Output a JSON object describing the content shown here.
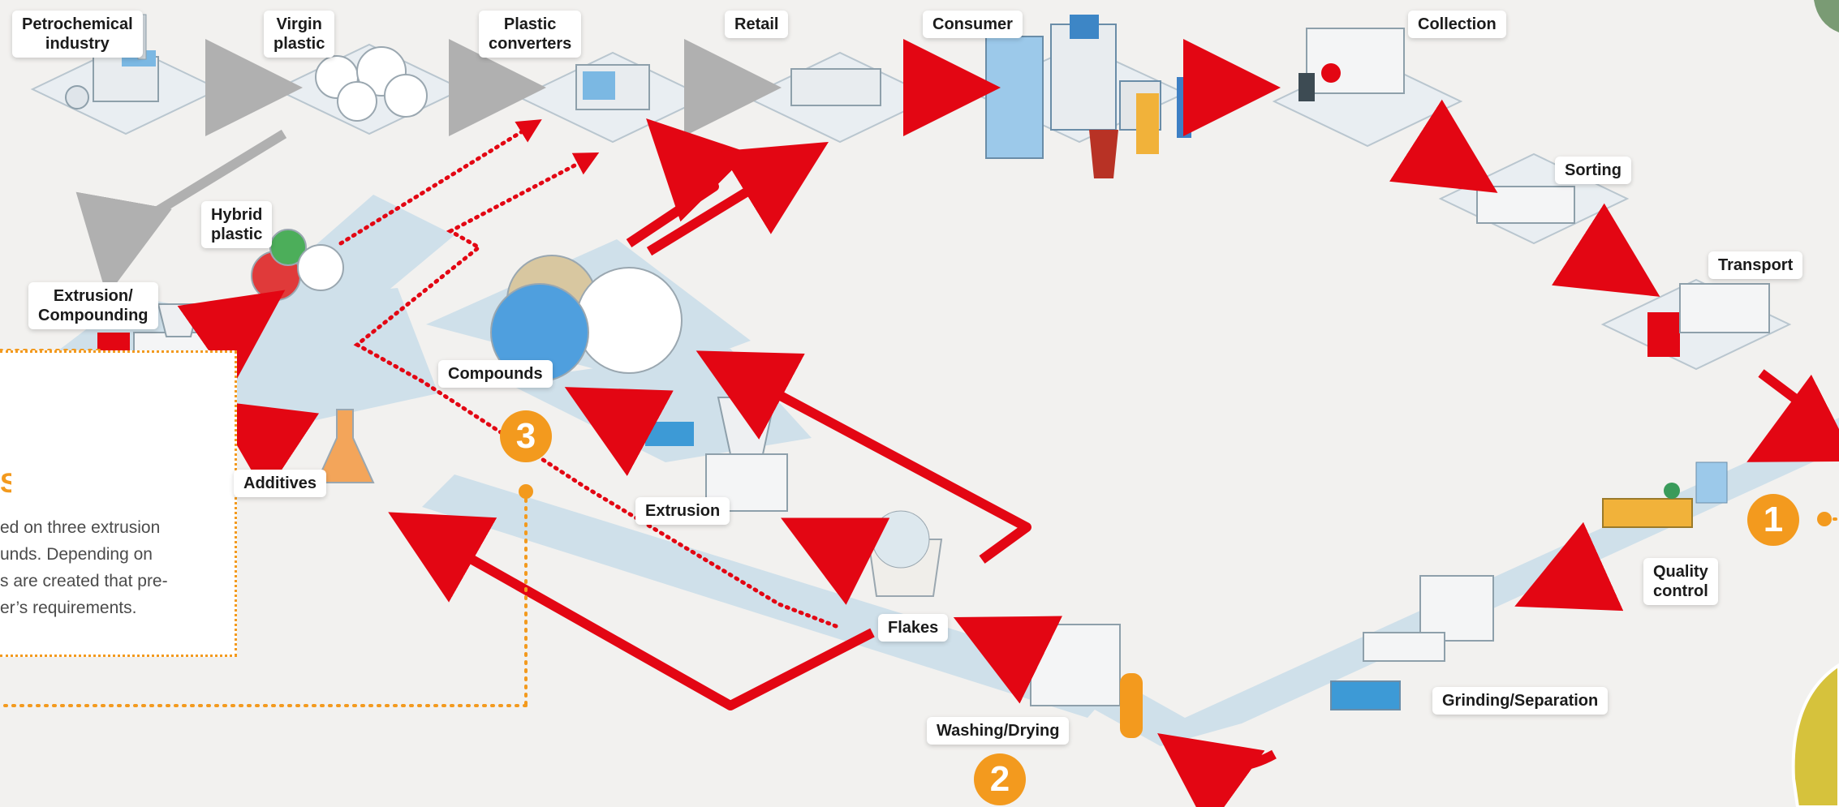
{
  "labels": {
    "petrochemical": "Petrochemical\nindustry",
    "virgin": "Virgin\nplastic",
    "converters": "Plastic\nconverters",
    "retail": "Retail",
    "consumer": "Consumer",
    "collection": "Collection",
    "sorting": "Sorting",
    "transport": "Transport",
    "quality": "Quality\ncontrol",
    "grinding": "Grinding/Separation",
    "washing": "Washing/Drying",
    "flakes": "Flakes",
    "extrusion": "Extrusion",
    "compounds": "Compounds",
    "additives": "Additives",
    "extrusion_compounding": "Extrusion/\nCompounding",
    "hybrid": "Hybrid\nplastic"
  },
  "badges": {
    "one": "1",
    "two": "2",
    "three": "3"
  },
  "info": {
    "line1": "ed on three extrusion",
    "line2": "unds.  Depending  on",
    "line3": "s are created that pre-",
    "line4": "er’s requirements."
  },
  "colors": {
    "flow_red": "#e30613",
    "virgin_grey": "#b0b0b0",
    "accent_orange": "#f39a1e",
    "platform": "#cfe0ea"
  }
}
